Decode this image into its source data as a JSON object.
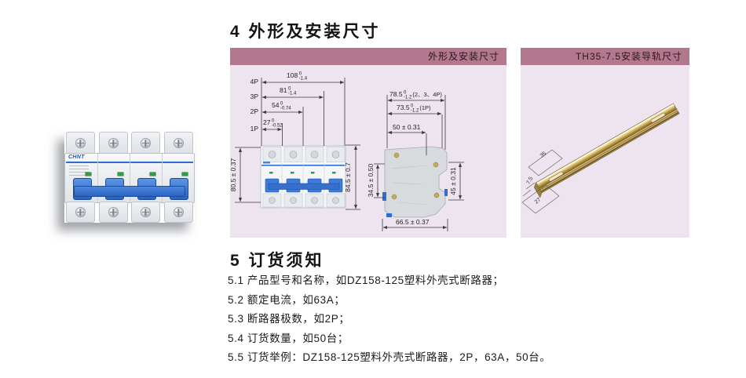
{
  "colors": {
    "header_bar": "#b3788d",
    "panel_bg": "#ede4ef",
    "breaker_blue": "#2e6fce",
    "indicator_green": "#2f9e44",
    "rail_brass": "#c0a45c"
  },
  "section_outline": {
    "title": "4 外形及安装尺寸",
    "panel_header": "外形及安装尺寸",
    "front": {
      "dims": [
        {
          "pole": "4P",
          "value": "108",
          "tol_top": "0",
          "tol_bot": "-1.4"
        },
        {
          "pole": "3P",
          "value": "81",
          "tol_top": "0",
          "tol_bot": "-1.4"
        },
        {
          "pole": "2P",
          "value": "54",
          "tol_top": "0",
          "tol_bot": "-0.74"
        },
        {
          "pole": "1P",
          "value": "27",
          "tol_top": "0",
          "tol_bot": "-0.52"
        }
      ],
      "height_left": "80.5 ± 0.37",
      "height_right": "84.5 ± 0.7"
    },
    "side": {
      "depth1": {
        "value": "78.5",
        "tol_top": "0",
        "tol_bot": "-1.2",
        "note": "(2、3、4P)"
      },
      "depth2": {
        "value": "73.5",
        "tol_top": "0",
        "tol_bot": "-1.2",
        "note": "(1P)"
      },
      "depth3": "50 ± 0.31",
      "height_front": "34.5 ± 0.50",
      "height_right": "45 ± 0.31",
      "width_bottom": "66.5 ± 0.37"
    }
  },
  "rail_panel": {
    "header": "TH35-7.5安装导轨尺寸",
    "dim_width": "35",
    "dim_height": "7.5",
    "dim_depth": "27"
  },
  "product_photo": {
    "brand": "CHNT"
  },
  "section_order": {
    "title": "5 订货须知",
    "items": [
      "5.1 产品型号和名称，如DZ158-125塑料外壳式断路器；",
      "5.2 额定电流，如63A；",
      "5.3 断路器极数，如2P；",
      "5.4 订货数量，如50台；",
      "5.5 订货举例：DZ158-125塑料外壳式断路器，2P，63A，50台。"
    ]
  }
}
